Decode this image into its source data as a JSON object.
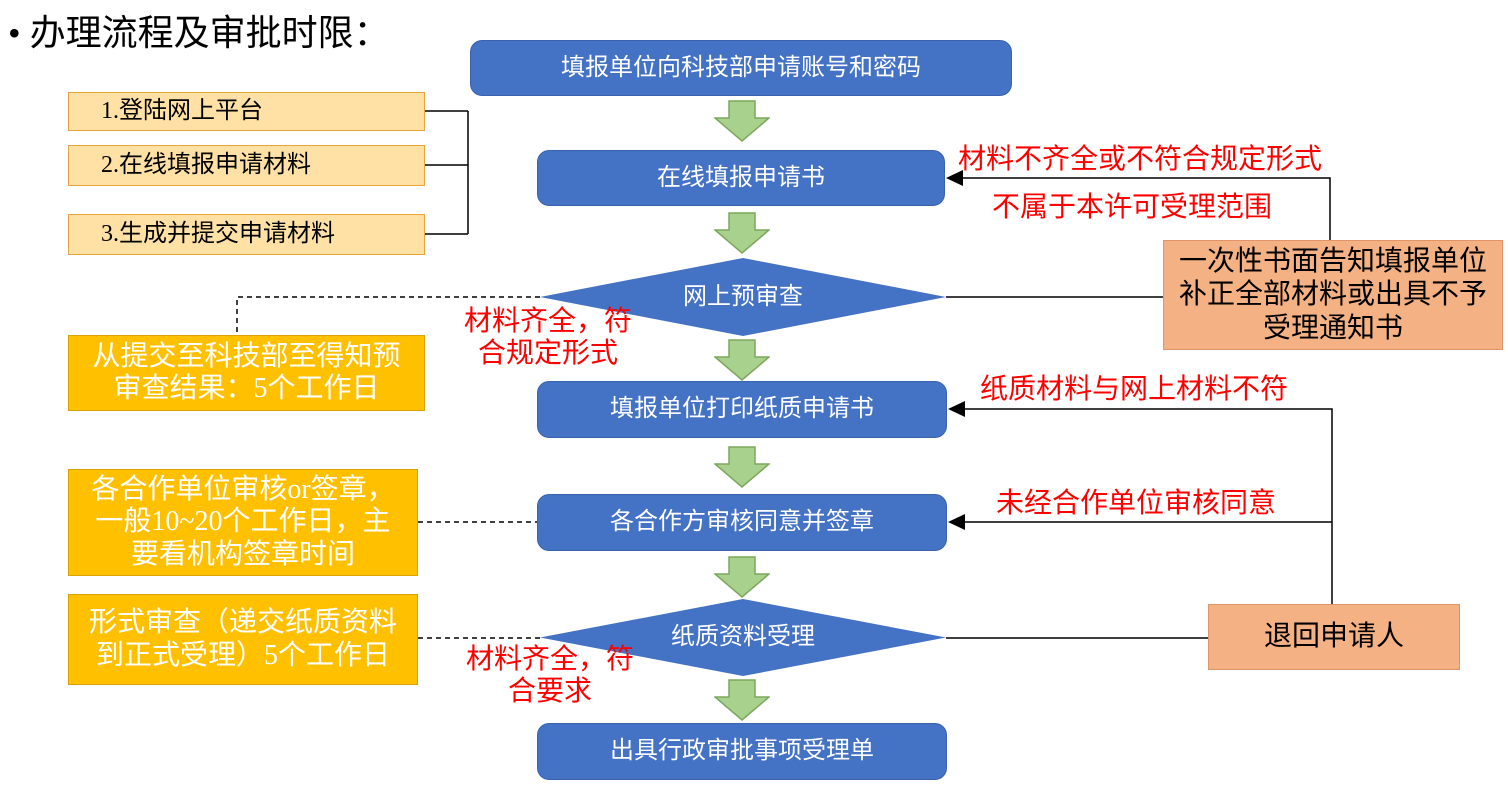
{
  "title": "• 办理流程及审批时限：",
  "flow": {
    "step1": "填报单位向科技部申请账号和密码",
    "step2": "在线填报申请书",
    "decision1": "网上预审查",
    "step3": "填报单位打印纸质申请书",
    "step4": "各合作方审核同意并签章",
    "decision2": "纸质资料受理",
    "step5": "出具行政审批事项受理单"
  },
  "platform_steps": {
    "item1": "1.登陆网上平台",
    "item2": "2.在线填报申请材料",
    "item3": "3.生成并提交申请材料"
  },
  "time_limits": {
    "note1": "从提交至科技部至得知预\n审查结果：5个工作日",
    "note2": "各合作单位审核or签章，\n一般10~20个工作日，主\n要看机构签章时间",
    "note3": "形式审查（递交纸质资料\n到正式受理）5个工作日"
  },
  "rejection": {
    "notice1": "一次性书面告知填报单位\n补正全部材料或出具不予\n受理通知书",
    "notice2": "退回申请人"
  },
  "conditions": {
    "fail1a": "材料不齐全或不符合规定形式",
    "fail1b": "不属于本许可受理范围",
    "pass1": "材料齐全，符\n合规定形式",
    "fail2": "纸质材料与网上材料不符",
    "fail3": "未经合作单位审核同意",
    "pass2": "材料齐全，符\n合要求"
  },
  "colors": {
    "process_blue": "#4472C4",
    "arrow_green": "#A9D18E",
    "light_orange": "#FFE1A6",
    "gold": "#FFC000",
    "salmon": "#F4B183",
    "condition_red": "#FF0000"
  }
}
